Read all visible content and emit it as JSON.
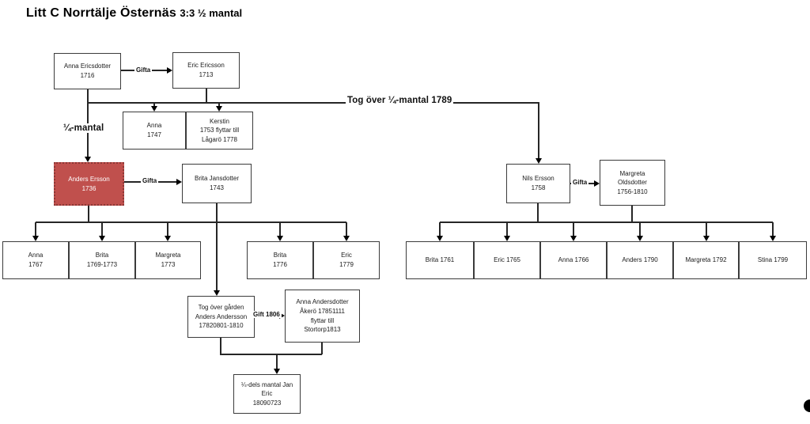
{
  "title": {
    "main": "Litt C Norrtälje Östernäs",
    "suffix": "3:3  ½ mantal"
  },
  "colors": {
    "highlight_fill": "#c0504d",
    "highlight_border": "#8c3836",
    "highlight_text": "#ffffff",
    "line": "#262626"
  },
  "connector_labels": {
    "gifta_top": "Gifta",
    "gifta_anders": "Gifta",
    "gifta_nils": "Gifta",
    "gift_1806": "Gift 1806",
    "quarter_mantal": "¼-mantal",
    "tog_over_quarter": "Tog över ¼-mantal 1789"
  },
  "nodes": {
    "anna_ericsdotter": "Anna Ericsdotter\n1716",
    "eric_ericsson": "Eric Ericsson\n1713",
    "anna_1747": "Anna\n1747",
    "kerstin_1753": "Kerstin\n1753 flyttar till\nLågarö 1778",
    "anders_ersson": "Anders Ersson\n1736",
    "brita_jansdotter": "Brita Jansdotter\n1743",
    "nils_ersson": "Nils Ersson\n1758",
    "margreta_oldsdotter": "Margreta\nOldsdotter\n1756-1810",
    "anna_1767": "Anna\n1767",
    "brita_1769_1773": "Brita\n1769-1773",
    "margreta_1773": "Margreta\n1773",
    "brita_1776": "Brita\n1776",
    "eric_1779": "Eric\n1779",
    "brita_1761": "Brita 1761",
    "eric_1765": "Eric 1765",
    "anna_1766": "Anna 1766",
    "anders_1790": "Anders 1790",
    "margreta_1792": "Margreta 1792",
    "stina_1799": "Stina 1799",
    "tog_over_garden": "Tog över gården\nAnders Andersson\n17820801-1810",
    "anna_andersdotter": "Anna Andersdotter\nÅkerö 17851111\nflyttar till\nStortorp1813",
    "jan_eric": "¼-dels mantal Jan\nEric\n18090723"
  }
}
